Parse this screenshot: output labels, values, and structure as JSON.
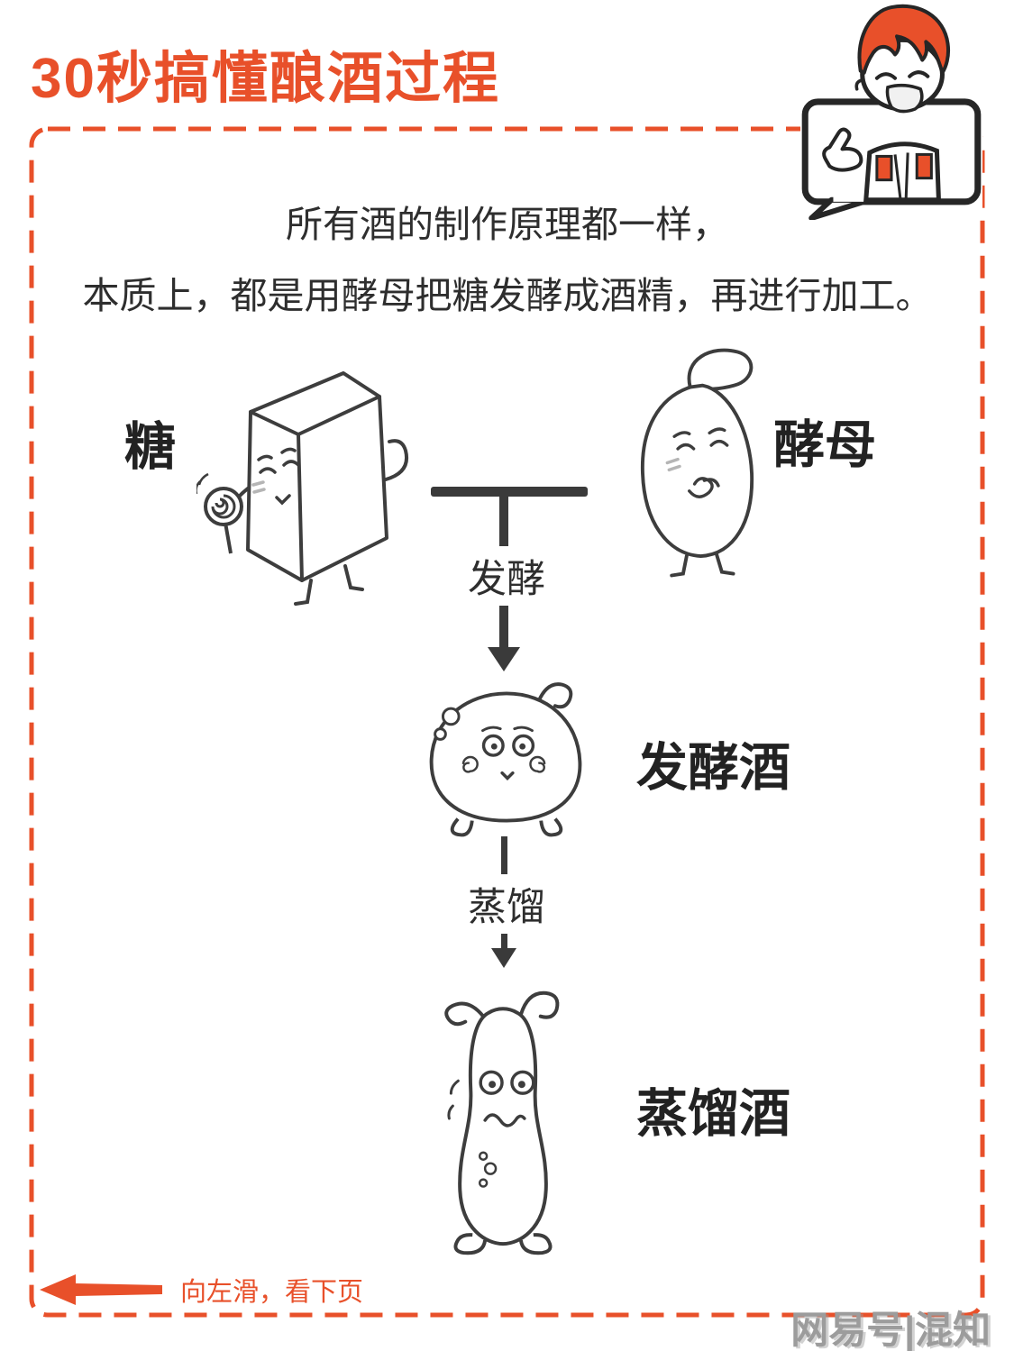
{
  "colors": {
    "accent": "#e8502a",
    "ink": "#2e2e2e",
    "line": "#3a3a3a",
    "watermark": "#9c9c9c"
  },
  "header": {
    "title_regular": "30秒搞懂",
    "title_bold": "酿酒过程",
    "mascot_icon": "hunzhi-mascot-speech-bubble"
  },
  "intro": {
    "line1": "所有酒的制作原理都一样，",
    "line2": "本质上，都是用酵母把糖发酵成酒精，再进行加工。"
  },
  "diagram": {
    "ingredients": [
      {
        "label": "糖",
        "icon": "sugar-cube-character"
      },
      {
        "label": "酵母",
        "icon": "yeast-character"
      }
    ],
    "steps": [
      {
        "action": "发酵",
        "result": "发酵酒",
        "icon": "fermented-wine-character"
      },
      {
        "action": "蒸馏",
        "result": "蒸馏酒",
        "icon": "distilled-wine-character"
      }
    ]
  },
  "footer": {
    "swipe_hint": "向左滑，看下页",
    "watermark": "网易号|混知"
  }
}
